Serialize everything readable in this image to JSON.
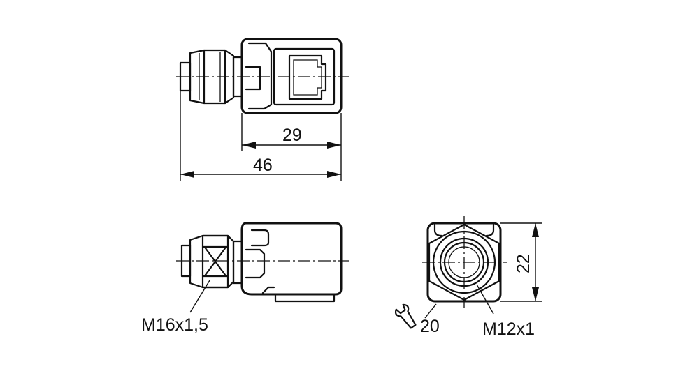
{
  "drawing": {
    "dimensions": {
      "body_length": "29",
      "overall_length": "46",
      "height": "22"
    },
    "callouts": {
      "thread_cable_gland": "M16x1,5",
      "wrench_size": "20",
      "thread_connector": "M12x1"
    },
    "icons": [
      "wrench-icon"
    ]
  }
}
